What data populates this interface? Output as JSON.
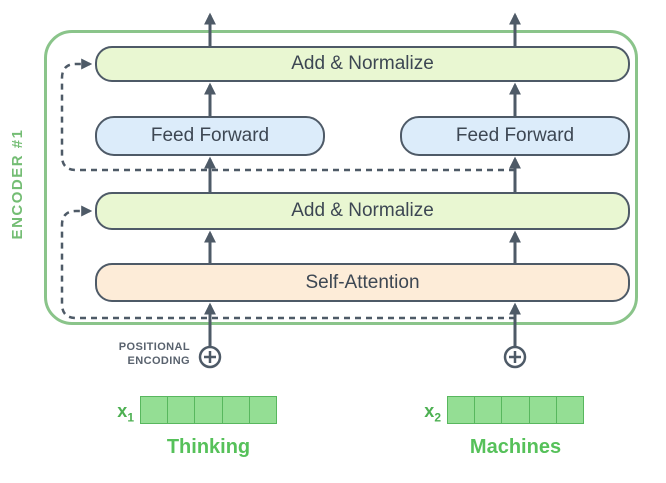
{
  "encoder": {
    "label": "ENCODER #1",
    "blocks": {
      "add_normalize_top": "Add & Normalize",
      "feed_forward_left": "Feed Forward",
      "feed_forward_right": "Feed Forward",
      "add_normalize_bottom": "Add & Normalize",
      "self_attention": "Self-Attention"
    }
  },
  "positional_encoding": {
    "line1": "POSITIONAL",
    "line2": "ENCODING"
  },
  "inputs": [
    {
      "label": "x",
      "subscript": "1",
      "word": "Thinking",
      "cells": 5
    },
    {
      "label": "x",
      "subscript": "2",
      "word": "Machines",
      "cells": 5
    }
  ],
  "colors": {
    "encoder_border": "#8ac48a",
    "encoder_label_text": "#74bd74",
    "block_border": "#4e5a67",
    "block_text": "#3d4753",
    "arrow": "#4e5a67",
    "add_normalize_fill": "#e9f7d2",
    "feed_forward_fill": "#dcecfa",
    "self_attention_fill": "#fdecd8",
    "vector_fill": "#94de94",
    "vector_border": "#58b75e",
    "input_label_text": "#4db052",
    "word_text": "#56c15a",
    "positional_label_text": "#59626e"
  }
}
